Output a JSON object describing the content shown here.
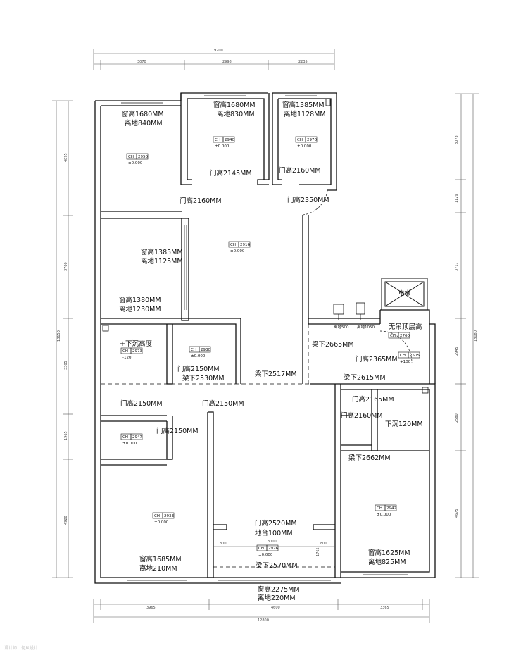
{
  "dims": {
    "top_total": "9200",
    "top_segments": [
      "3070",
      "2998",
      "2235"
    ],
    "bottom_total": "12800",
    "bottom_segments": [
      "3965",
      "4600",
      "3365"
    ],
    "left_total": "18150",
    "left_segments": [
      "4895",
      "3700",
      "3305",
      "1965",
      "4920"
    ],
    "right_total": "18180",
    "right_segments": [
      "3073",
      "1129",
      "3717",
      "2945",
      "2580",
      "4675"
    ],
    "balcony_left": "800",
    "balcony_mid": "3000",
    "balcony_right": "800",
    "balcony_side": "1765"
  },
  "labels": {
    "br1_window_h": "窗高1680MM",
    "br1_window_sill": "离地840MM",
    "br2_window_h": "窗高1680MM",
    "br2_window_sill": "离地830MM",
    "br3_window_h": "窗高1385MM",
    "br3_window_sill": "离地1128MM",
    "door_2145": "门高2145MM",
    "door_2160_a": "门高2160MM",
    "door_2160_b": "门高2160MM",
    "door_2350": "门高2350MM",
    "study_window_h": "窗高1385MM",
    "study_window_sill": "离地1125MM",
    "study_window2_h": "窗高1380MM",
    "study_window2_sill": "离地1230MM",
    "sunken_height": "+下沉高度",
    "door_2150_a": "门高2150MM",
    "beam_2530": "梁下2530MM",
    "beam_2517": "梁下2517MM",
    "door_2150_b": "门高2150MM",
    "door_2150_c": "门高2150MM",
    "door_2150_d": "门高2150MM",
    "socket_500": "离地500",
    "socket_1050": "离地1050",
    "elevator": "电梯",
    "no_ceiling": "无吊顶层高",
    "beam_2665": "梁下2665MM",
    "door_2365": "门高2365MM",
    "beam_2615": "梁下2615MM",
    "door_2165": "门高2165MM",
    "door_2160_c": "门高2160MM",
    "sunken_120": "下沉120MM",
    "beam_2662": "梁下2662MM",
    "living_door": "门高2520MM",
    "living_platform": "地台100MM",
    "beam_2570": "梁下2570MM",
    "bottom_window_h": "窗高2275MM",
    "bottom_window_sill": "离地220MM",
    "bl_window_h": "窗高1685MM",
    "bl_window_sill": "离地210MM",
    "br_window_h": "窗高1625MM",
    "br_window_sill": "离地825MM",
    "watermark": "设计师：何从设计"
  },
  "ch_tags": [
    {
      "id": "br1",
      "code": "CH",
      "value": "2950",
      "level": "±0.000"
    },
    {
      "id": "br2",
      "code": "CH",
      "value": "2940",
      "level": "±0.000"
    },
    {
      "id": "br3",
      "code": "CH",
      "value": "2970",
      "level": "±0.000"
    },
    {
      "id": "hall",
      "code": "CH",
      "value": "2916",
      "level": "±0.000"
    },
    {
      "id": "bath",
      "code": "CH",
      "value": "2973",
      "level": "-120"
    },
    {
      "id": "closet",
      "code": "CH",
      "value": "2930",
      "level": "±0.000"
    },
    {
      "id": "elev",
      "code": "CH",
      "value": "2760",
      "level": ""
    },
    {
      "id": "ent",
      "code": "CH",
      "value": "2505",
      "level": "+100"
    },
    {
      "id": "small",
      "code": "CH",
      "value": "2947",
      "level": "±0.000"
    },
    {
      "id": "bl",
      "code": "CH",
      "value": "2933",
      "level": "±0.000"
    },
    {
      "id": "living",
      "code": "CH",
      "value": "2976",
      "level": "±0.000"
    },
    {
      "id": "brr",
      "code": "CH",
      "value": "2942",
      "level": "±0.000"
    }
  ]
}
